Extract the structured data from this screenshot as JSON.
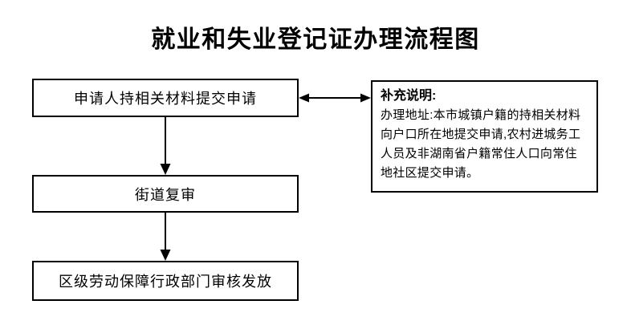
{
  "title": "就业和失业登记证办理流程图",
  "flow": {
    "steps": [
      {
        "label": "申请人持相关材料提交申请"
      },
      {
        "label": "街道复审"
      },
      {
        "label": "区级劳动保障行政部门审核发放"
      }
    ]
  },
  "note": {
    "heading": "补充说明:",
    "body": "办理地址:本市城镇户籍的持相关材料向户口所在地提交申请,农村进城务工人员及非湖南省户籍常住人口向常住地社区提交申请。"
  },
  "colors": {
    "line": "#000000",
    "text": "#000000",
    "background": "#ffffff"
  }
}
